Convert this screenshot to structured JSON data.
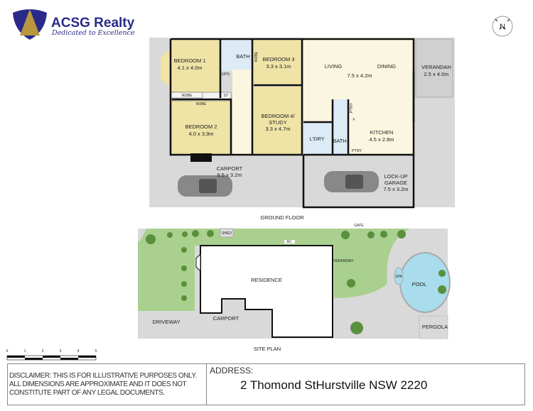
{
  "logo": {
    "name": "ACSG Realty",
    "tagline": "Dedicated to Excellence"
  },
  "compass": {
    "label": "N"
  },
  "ground_floor": {
    "title": "GROUND FLOOR",
    "rooms": [
      {
        "name": "BEDROOM 1",
        "size": "4.1 x 4.0m"
      },
      {
        "name": "BATH"
      },
      {
        "name": "BEDROOM 3",
        "size": "3.3 x 3.1m"
      },
      {
        "name": "LIVING"
      },
      {
        "name": "DINING",
        "size": "7.5 x 4.2m"
      },
      {
        "name": "VERANDAH",
        "size": "2.5 x 4.0m"
      },
      {
        "name": "BEDROOM 2",
        "size": "4.0 x 3.9m"
      },
      {
        "name": "BEDROOM 4/",
        "name2": "STUDY",
        "size": "3.3 x 4.7m"
      },
      {
        "name": "L'DRY"
      },
      {
        "name": "BATH"
      },
      {
        "name": "KITCHEN",
        "size": "4.5 x 2.8m"
      },
      {
        "name": "CARPORT",
        "size": "6.5 x 3.2m"
      },
      {
        "name": "LOCK-UP",
        "name2": "GARAGE",
        "size": "7.5 x 3.2m"
      }
    ],
    "small_labels": [
      "ROBE",
      "ROBE",
      "ROBE",
      "CUPS",
      "ST",
      "FP",
      "P'TRY",
      "P'TRY",
      "F"
    ]
  },
  "site_plan": {
    "title": "SITE PLAN",
    "labels": [
      "SHED",
      "AC",
      "GATE",
      "RESIDENCE",
      "VERANDAH",
      "SPA",
      "POOL",
      "DRIVEWAY",
      "CARPORT",
      "PERGOLA"
    ]
  },
  "scale_bar": {
    "ticks": [
      "0",
      "1",
      "2",
      "3",
      "4",
      "5"
    ]
  },
  "footer": {
    "disclaimer": [
      "DISCLAIMER: THIS IS FOR ILLUSTRATIVE PURPOSES ONLY.",
      "ALL DIMENSIONS ARE APPROXIMATE AND IT DOES NOT",
      "CONSTITUTE PART OF ANY LEGAL DOCUMENTS."
    ],
    "address_label": "ADDRESS:",
    "address": "2 Thomond StHurstville NSW 2220"
  },
  "colors": {
    "room": "#efe3a6",
    "living": "#fbf6df",
    "wet": "#dcebf5",
    "outdoor": "#d9d9d9",
    "lawn": "#a9d08e",
    "pool": "#a9dcec",
    "brand": "#2a2a8a",
    "brand_gold": "#b8973e"
  }
}
